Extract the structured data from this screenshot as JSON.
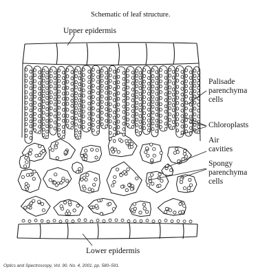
{
  "figure": {
    "title": "Schematic of leaf structure.",
    "citation": "Optics and Spectroscopy, Vol. 90, No. 4, 2001, pp. 580–591."
  },
  "labels": {
    "upper_epidermis": "Upper epidermis",
    "palisade_line1": "Palisade",
    "palisade_line2": "parenchyma",
    "palisade_line3": "cells",
    "chloroplasts": "Chloroplasts",
    "air_line1": "Air",
    "air_line2": "cavities",
    "spongy_line1": "Spongy",
    "spongy_line2": "parenchyma",
    "spongy_line3": "cells",
    "lower_epidermis": "Lower epidermis"
  },
  "colors": {
    "ink": "#1a1a1a",
    "background": "#ffffff"
  }
}
